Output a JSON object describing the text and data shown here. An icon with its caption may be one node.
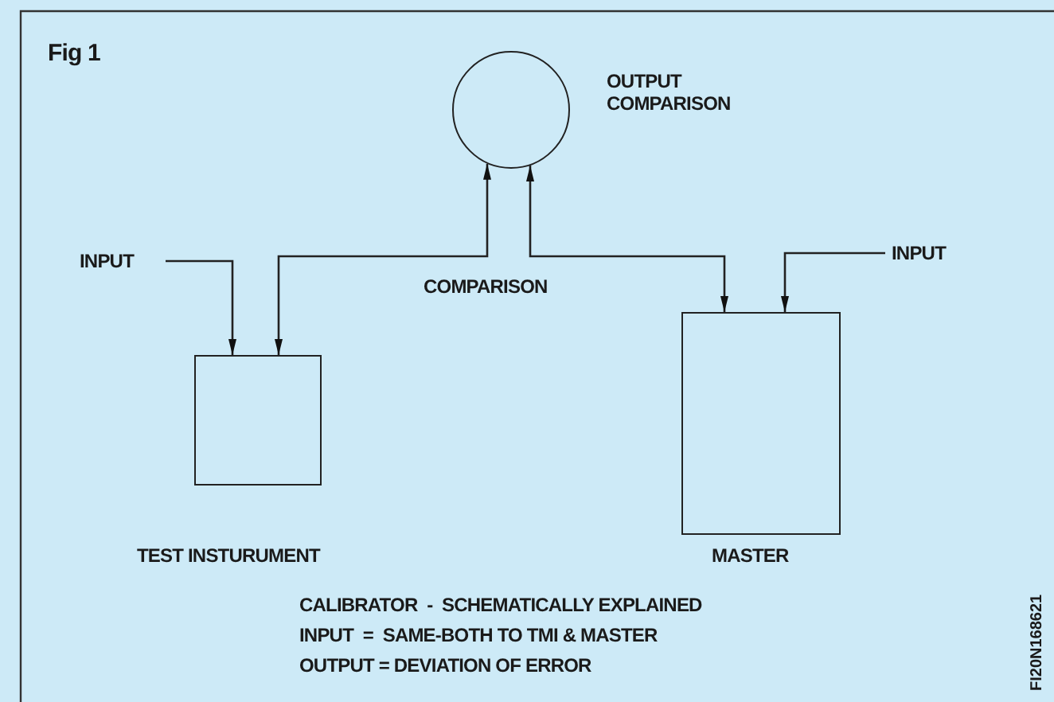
{
  "diagram": {
    "nodes": [
      {
        "text": [],
        "shape": "circle",
        "beside": [
          "OUTPUT COMPARISON"
        ]
      },
      {
        "text": [
          "INPUT"
        ]
      },
      {
        "text": [],
        "shape": "box",
        "beside": [
          "TEST INSTURUMENT"
        ]
      },
      {
        "text": [],
        "shape": "box",
        "beside": [
          "MASTER"
        ]
      },
      {
        "text": [
          "INPUT"
        ]
      }
    ],
    "edges": [
      {
        "from": 1,
        "to": 2,
        "arrow": "to"
      },
      {
        "from": 2,
        "to": 0,
        "arrow": "both"
      },
      {
        "from": 3,
        "to": 0,
        "arrow": "both"
      },
      {
        "from": 4,
        "to": 3,
        "arrow": "to"
      }
    ],
    "labels": [
      "Fig 1",
      "COMPARISON",
      "CALIBRATOR  -  SCHEMATICALLY EXPLAINED",
      "INPUT  =  SAME-BOTH TO TMI & MASTER",
      "OUTPUT = DEVIATION OF ERROR",
      "FI20N168621"
    ]
  }
}
